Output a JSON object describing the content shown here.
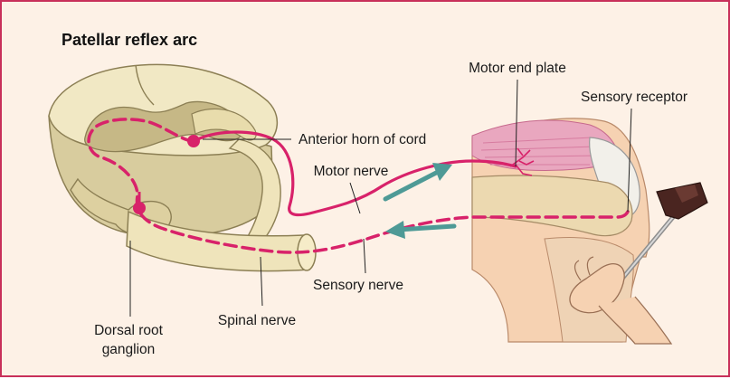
{
  "title": "Patellar reflex arc",
  "labels": {
    "motor_end_plate": "Motor end plate",
    "sensory_receptor": "Sensory receptor",
    "anterior_horn": "Anterior horn of cord",
    "motor_nerve": "Motor nerve",
    "sensory_nerve": "Sensory nerve",
    "spinal_nerve": "Spinal nerve",
    "dorsal_root_line1": "Dorsal root",
    "dorsal_root_line2": "ganglion"
  },
  "colors": {
    "frame": "#c8305a",
    "background": "#fdf1e6",
    "nerve": "#d8226a",
    "cord": "#f1e8c4",
    "cord_shade": "#b9ad7e",
    "arrow": "#4e9a96",
    "skin": "#f6d2b2",
    "muscle": "#e9a7bf",
    "hammer": "#4a2520"
  },
  "icons": [
    "reflex-hammer-icon",
    "hand-icon"
  ]
}
